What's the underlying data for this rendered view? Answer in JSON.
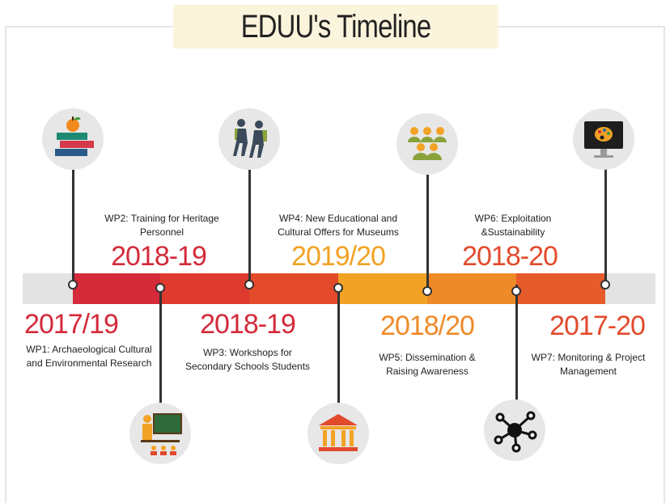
{
  "title": "EDUU's Timeline",
  "colors": {
    "red": "#d42a3a",
    "orange_red": "#e24a2c",
    "orange": "#ef8a28",
    "amber": "#f2a224",
    "gray": "#e3e3e3"
  },
  "work_packages": [
    {
      "year": "2017/19",
      "text_line1": "WP1: Archaeological Cultural",
      "text_line2": "and Environmental Research",
      "icon": "books-apple-icon"
    },
    {
      "year": "2018-19",
      "text_line1": "WP2: Training for Heritage",
      "text_line2": "Personnel",
      "icon": "teacher-icon"
    },
    {
      "year": "2018-19",
      "text_line1": "WP3: Workshops for",
      "text_line2": "Secondary Schools Students",
      "icon": "students-icon"
    },
    {
      "year": "2019/20",
      "text_line1": "WP4: New Educational and",
      "text_line2": "Cultural Offers for Museums",
      "icon": "museum-icon"
    },
    {
      "year": "2018/20",
      "text_line1": "WP5: Dissemination &",
      "text_line2": "Raising Awareness",
      "icon": "group-icon"
    },
    {
      "year": "2018-20",
      "text_line1": "WP6: Exploitation",
      "text_line2": "&Sustainability",
      "icon": "network-icon"
    },
    {
      "year": "2017-20",
      "text_line1": "WP7: Monitoring & Project",
      "text_line2": "Management",
      "icon": "monitor-palette-icon"
    }
  ]
}
